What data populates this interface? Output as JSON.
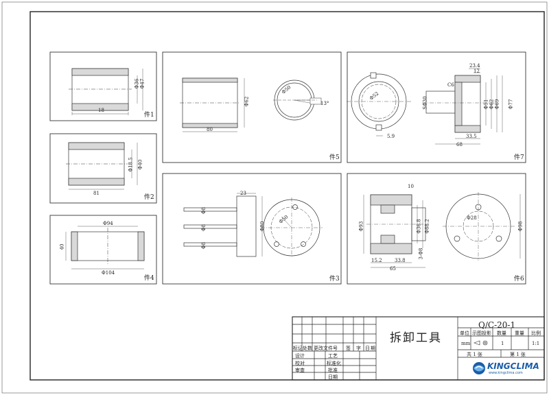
{
  "drawing": {
    "title": "拆卸工具",
    "code": "Q/C-20-1",
    "parts": [
      {
        "label": "件1",
        "dims": [
          "Φ36",
          "Φ47",
          "18"
        ]
      },
      {
        "label": "件2",
        "dims": [
          "Φ18.5",
          "Φ40",
          "81"
        ]
      },
      {
        "label": "件4",
        "dims": [
          "Φ94",
          "Φ104",
          "40"
        ]
      },
      {
        "label": "件5",
        "dims": [
          "Φ62",
          "80",
          "Φ50",
          "13°"
        ]
      },
      {
        "label": "件3",
        "dims": [
          "23",
          "Φ8",
          "Φ8",
          "Φ8",
          "Φ80",
          "Φ50"
        ]
      },
      {
        "label": "件7",
        "dims": [
          "23.4",
          "12",
          "C6",
          "SΦ30",
          "Φ51",
          "Φ62",
          "Φ69",
          "Φ77",
          "Φ52",
          "5.9",
          "33.5",
          "68"
        ]
      },
      {
        "label": "件6",
        "dims": [
          "10",
          "Φ93",
          "Φ36.8",
          "Φ88.2",
          "3-Φ8",
          "15.2",
          "33.8",
          "65",
          "Φ28",
          "Φ98"
        ]
      }
    ]
  },
  "title_block": {
    "revision_headers": [
      "标记",
      "处数",
      "更改文件号",
      "签",
      "字",
      "日",
      "期"
    ],
    "roles_left": [
      "设计",
      "校对",
      "审查"
    ],
    "roles_right": [
      "工艺",
      "标准化",
      "批准",
      "日期"
    ],
    "info_headers": [
      "单位",
      "示图投影",
      "数量",
      "重量",
      "比例"
    ],
    "info_values": [
      "mm",
      "",
      "1",
      "",
      "1:1"
    ],
    "sheet_total": "共  1  张",
    "sheet_no": "第  1  张"
  },
  "logo": {
    "name": "KINGCLIMA",
    "url": "www.kingclima.com",
    "color": "#1a5da8"
  }
}
